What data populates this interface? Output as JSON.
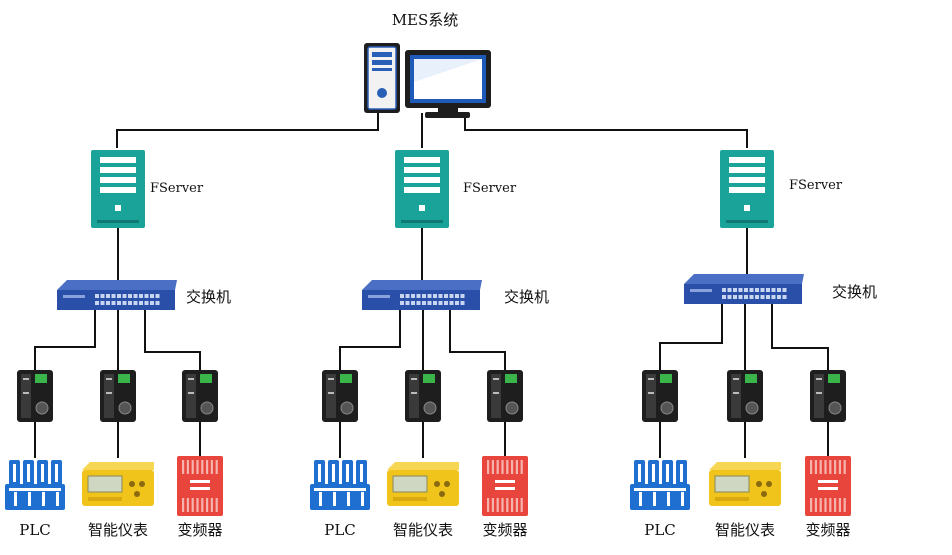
{
  "top": {
    "label": "MES系统",
    "icon": "mes-computer-icon"
  },
  "groups": [
    {
      "server": {
        "label": "FServer",
        "icon": "server-tower-icon"
      },
      "switch": {
        "label": "交换机",
        "icon": "network-switch-icon"
      },
      "devices": [
        {
          "label": "PLC",
          "icon": "plc-icon",
          "color": "#1f6fd0"
        },
        {
          "label": "智能仪表",
          "icon": "smart-meter-icon",
          "color": "#f1c41b"
        },
        {
          "label": "变频器",
          "icon": "inverter-icon",
          "color": "#e8463c"
        }
      ]
    },
    {
      "server": {
        "label": "FServer",
        "icon": "server-tower-icon"
      },
      "switch": {
        "label": "交换机",
        "icon": "network-switch-icon"
      },
      "devices": [
        {
          "label": "PLC",
          "icon": "plc-icon",
          "color": "#1f6fd0"
        },
        {
          "label": "智能仪表",
          "icon": "smart-meter-icon",
          "color": "#f1c41b"
        },
        {
          "label": "变频器",
          "icon": "inverter-icon",
          "color": "#e8463c"
        }
      ]
    },
    {
      "server": {
        "label": "FServer",
        "icon": "server-tower-icon"
      },
      "switch": {
        "label": "交换机",
        "icon": "network-switch-icon"
      },
      "devices": [
        {
          "label": "PLC",
          "icon": "plc-icon",
          "color": "#1f6fd0"
        },
        {
          "label": "智能仪表",
          "icon": "smart-meter-icon",
          "color": "#f1c41b"
        },
        {
          "label": "变频器",
          "icon": "inverter-icon",
          "color": "#e8463c"
        }
      ]
    }
  ],
  "colors": {
    "server": "#1aa398",
    "switch": "#2a4fa8",
    "gateway": "#1e1e1e",
    "monitor_frame": "#1e5bb8",
    "line": "#111111"
  }
}
